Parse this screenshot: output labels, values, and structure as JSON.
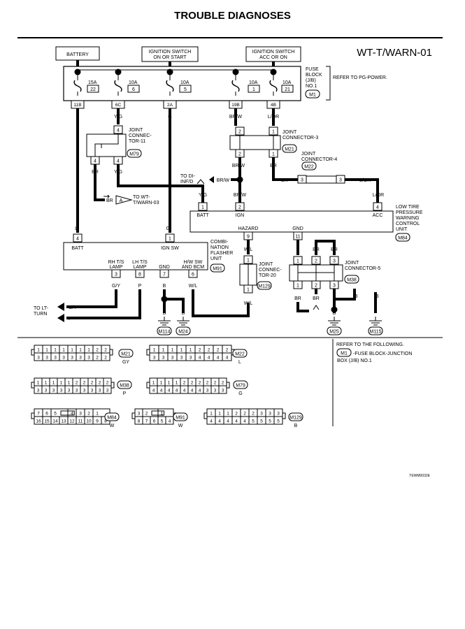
{
  "header": {
    "title": "TROUBLE DIAGNOSES"
  },
  "diagram": {
    "code": "WT-T/WARN-01",
    "fig_id": "TEWM0032E",
    "battery": "BATTERY",
    "ign_on_start": [
      "IGNITION SWITCH",
      "ON OR START"
    ],
    "ign_acc_on": [
      "IGNITION SWITCH",
      "ACC OR ON"
    ],
    "fuse_block": [
      "FUSE",
      "BLOCK",
      "(J/B)",
      "NO.1"
    ],
    "fuse_block_conn": "M1",
    "refer_pg": "REFER TO PG-POWER.",
    "fuses": [
      {
        "amp": "15A",
        "num": "22",
        "term": "11B",
        "wire": "L"
      },
      {
        "amp": "10A",
        "num": "6",
        "term": "6C",
        "wire": "Y/G"
      },
      {
        "amp": "10A",
        "num": "5",
        "term": "2A",
        "wire": "G"
      },
      {
        "amp": "10A",
        "num": "1",
        "term": "19B",
        "wire": "BR/W"
      },
      {
        "amp": "10A",
        "num": "21",
        "term": "4B",
        "wire": "L/OR"
      }
    ],
    "jc11": {
      "label": [
        "JOINT",
        "CONNEC-",
        "TOR-11"
      ],
      "conn": "M79",
      "top_pin": "4",
      "pins": [
        "4",
        "4"
      ],
      "wires": [
        "BR",
        "Y/G"
      ]
    },
    "jc3": {
      "label": [
        "JOINT",
        "CONNECTOR-3"
      ],
      "conn": "M21",
      "pins_top": [
        "2",
        "1"
      ],
      "pins_bot": [
        "2",
        "1"
      ],
      "wires": [
        "BR/W",
        "BR"
      ]
    },
    "jc4": {
      "label": [
        "JOINT",
        "CONNECTOR-4"
      ],
      "conn": "M22",
      "pins": [
        "3",
        "3"
      ],
      "wires": [
        "BR",
        "L/OR"
      ]
    },
    "to_di": [
      "TO DI-",
      "INF/D"
    ],
    "to_di_wire": "BR/W",
    "to_wt": [
      "TO WT-",
      "T/WARN-03"
    ],
    "offpage_a": "A",
    "br_label": "BR",
    "tpms": {
      "label": [
        "LOW TIRE",
        "PRESSURE",
        "WARNING",
        "CONTROL",
        "UNIT"
      ],
      "conn": "M84",
      "pins": [
        {
          "num": "1",
          "name": "BATT",
          "wire": "Y/G"
        },
        {
          "num": "2",
          "name": "IGN",
          "wire": "BR/W"
        },
        {
          "num": "4",
          "name": "ACC",
          "wire": "L/OR"
        },
        {
          "num": "9",
          "name": "HAZARD",
          "wire": "W/L"
        },
        {
          "num": "11",
          "name": "GND",
          "wire": "B"
        }
      ]
    },
    "flasher": {
      "label": [
        "COMBI-",
        "NATION",
        "FLASHER",
        "UNIT"
      ],
      "conn": "M91",
      "pins": [
        {
          "num": "4",
          "name": "BATT",
          "wire": "L"
        },
        {
          "num": "1",
          "name": "IGN SW",
          "wire": "G"
        },
        {
          "num": "3",
          "name": [
            "RH T/S",
            "LAMP"
          ],
          "wire": "G/Y"
        },
        {
          "num": "8",
          "name": [
            "LH T/S",
            "LAMP"
          ],
          "wire": "P"
        },
        {
          "num": "7",
          "name": "GND",
          "wire": "B"
        },
        {
          "num": "6",
          "name": [
            "H/W SW",
            "AND BCM"
          ],
          "wire": "W/L"
        }
      ]
    },
    "to_lt": [
      "TO LT-",
      "TURN"
    ],
    "jc20": {
      "label": [
        "JOINT",
        "CONNEC-",
        "TOR-20"
      ],
      "conn": "M129",
      "pins": [
        "1",
        "1"
      ],
      "wires": [
        "W/L",
        "W/L"
      ]
    },
    "jc5": {
      "label": [
        "JOINT",
        "CONNECTOR-5"
      ],
      "conn": "M38",
      "top": [
        "1",
        "2",
        "3"
      ],
      "bot": [
        "1",
        "2",
        "3"
      ],
      "wires_top": [
        "B",
        "BR",
        "BR"
      ],
      "wires_bot": [
        "BR",
        "BR",
        "B",
        "B"
      ]
    },
    "grounds": [
      "M114",
      "M24",
      "M25",
      "M115"
    ],
    "ground_wire": "B",
    "refer_following": "REFER TO THE FOLLOWING.",
    "refer_m1": [
      "-FUSE BLOCK-JUNCTION",
      "BOX (J/B) NO.1"
    ],
    "connectors": [
      {
        "id": "M21",
        "color": "GY",
        "top": [
          "1",
          "1",
          "1",
          "1",
          "1",
          "1",
          "1",
          "2",
          "2"
        ],
        "bot": [
          "3",
          "3",
          "3",
          "3",
          "3",
          "3",
          "3",
          "2",
          "2"
        ]
      },
      {
        "id": "M22",
        "color": "L",
        "top": [
          "1",
          "1",
          "1",
          "1",
          "1",
          "2",
          "2",
          "2",
          "2"
        ],
        "bot": [
          "3",
          "3",
          "3",
          "3",
          "3",
          "4",
          "4",
          "4",
          "4"
        ]
      },
      {
        "id": "M38",
        "color": "P",
        "top": [
          "1",
          "1",
          "1",
          "1",
          "1",
          "2",
          "2",
          "2",
          "2",
          "2"
        ],
        "bot": [
          "3",
          "3",
          "3",
          "3",
          "3",
          "3",
          "3",
          "3",
          "3",
          "3"
        ]
      },
      {
        "id": "M79",
        "color": "G",
        "top": [
          "1",
          "1",
          "1",
          "1",
          "2",
          "2",
          "2",
          "2",
          "2",
          "2"
        ],
        "bot": [
          "4",
          "4",
          "4",
          "4",
          "4",
          "4",
          "4",
          "3",
          "3",
          "3"
        ]
      },
      {
        "id": "M84",
        "color": "W",
        "top": [
          "7",
          "6",
          "5",
          "",
          "4",
          "3",
          "2",
          "1"
        ],
        "bot": [
          "16",
          "15",
          "14",
          "13",
          "12",
          "11",
          "10",
          "9",
          "8"
        ]
      },
      {
        "id": "M91",
        "color": "W",
        "top": [
          "3",
          "2",
          "",
          "1"
        ],
        "bot": [
          "8",
          "7",
          "6",
          "5",
          "4"
        ]
      },
      {
        "id": "M129",
        "color": "B",
        "top": [
          "1",
          "1",
          "1",
          "2",
          "2",
          "2",
          "3",
          "3",
          "3"
        ],
        "bot": [
          "4",
          "4",
          "4",
          "4",
          "4",
          "5",
          "5",
          "5",
          "5"
        ]
      }
    ]
  }
}
